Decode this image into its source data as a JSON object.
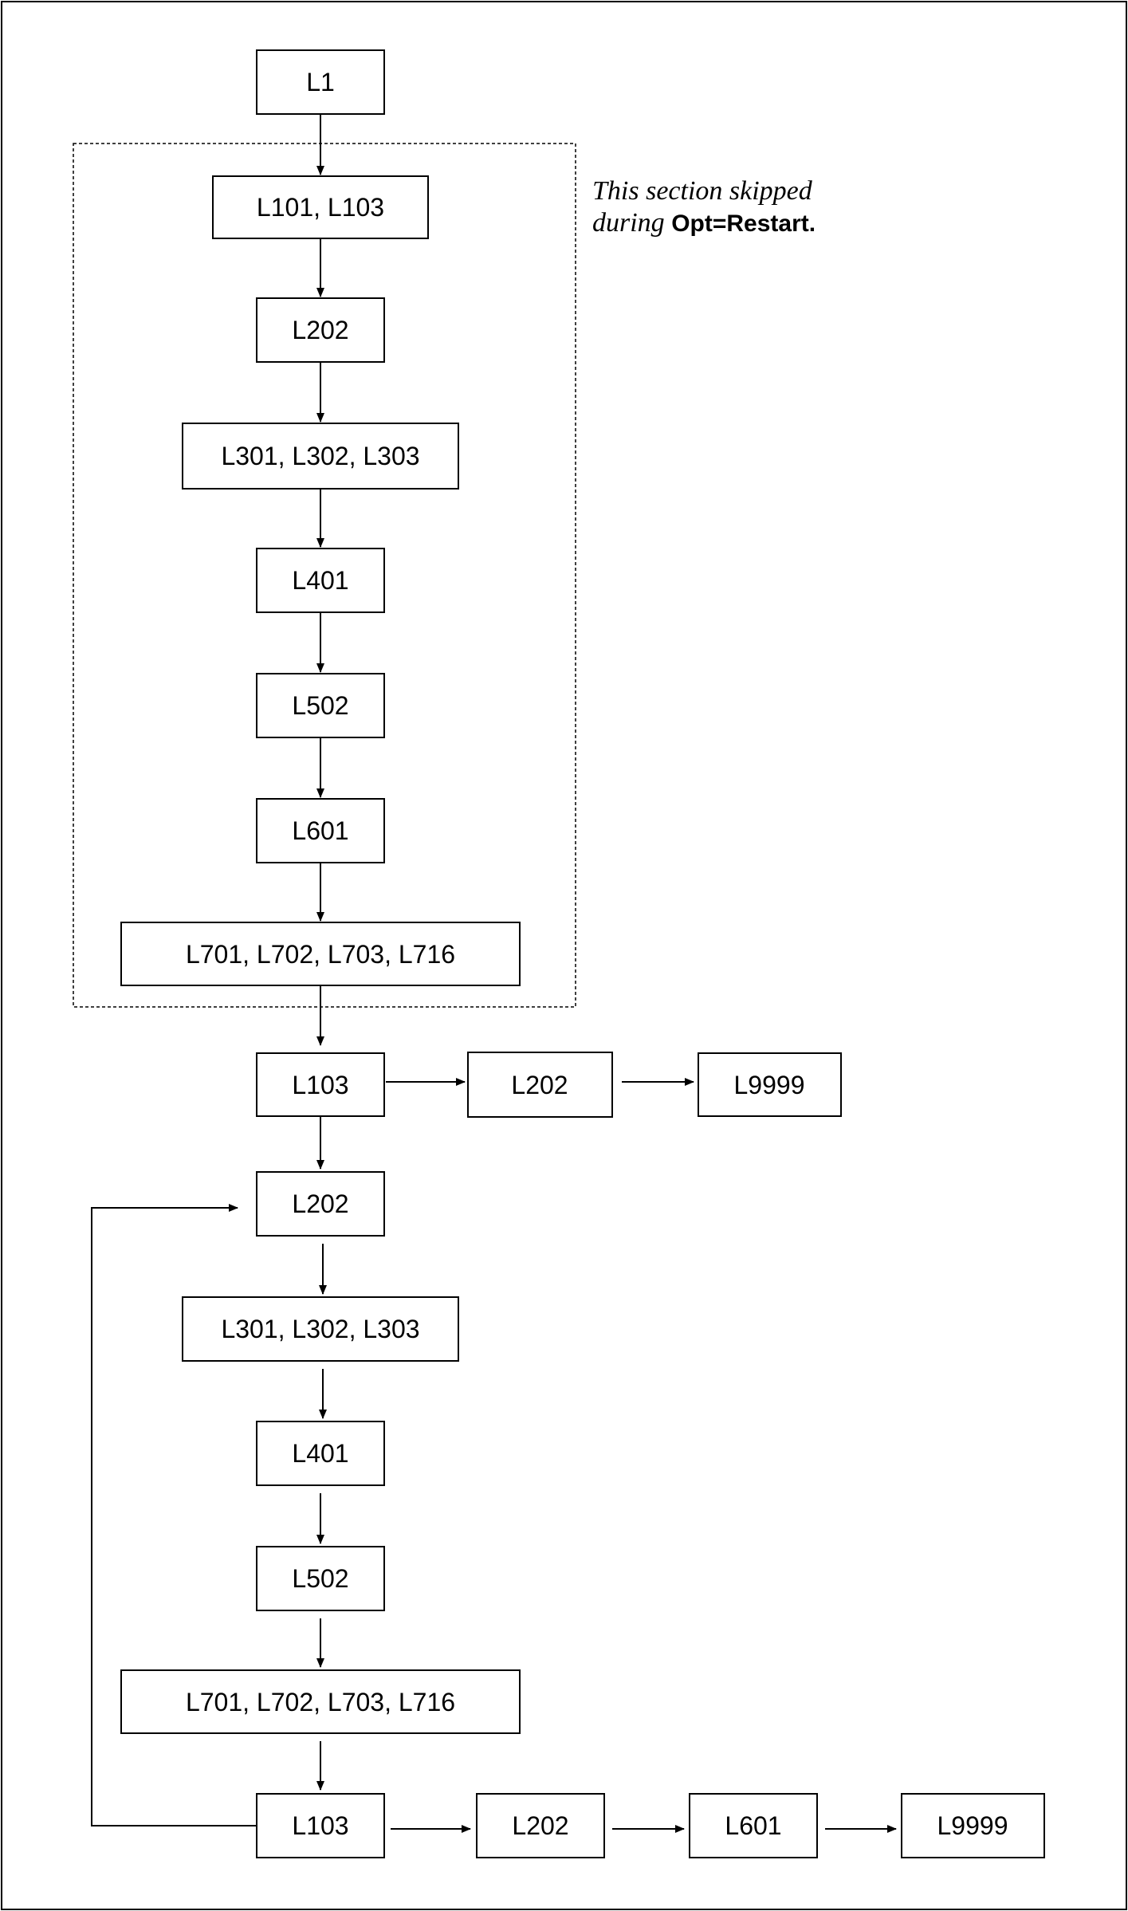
{
  "nodes": {
    "n_l1": "L1",
    "n_l101_l103": "L101, L103",
    "n_l202_a": "L202",
    "n_l301_a": "L301, L302, L303",
    "n_l401_a": "L401",
    "n_l502_a": "L502",
    "n_l601_a": "L601",
    "n_l701_a": "L701, L702, L703, L716",
    "n_l103_a": "L103",
    "n_l202_b": "L202",
    "n_l9999_a": "L9999",
    "n_l202_c": "L202",
    "n_l301_b": "L301, L302, L303",
    "n_l401_b": "L401",
    "n_l502_b": "L502",
    "n_l701_b": "L701, L702, L703, L716",
    "n_l103_b": "L103",
    "n_l202_d": "L202",
    "n_l601_b": "L601",
    "n_l9999_b": "L9999"
  },
  "note": {
    "line1": "This section skipped",
    "line2_prefix": "during ",
    "line2_code": "Opt=Restart",
    "line2_suffix": "."
  }
}
